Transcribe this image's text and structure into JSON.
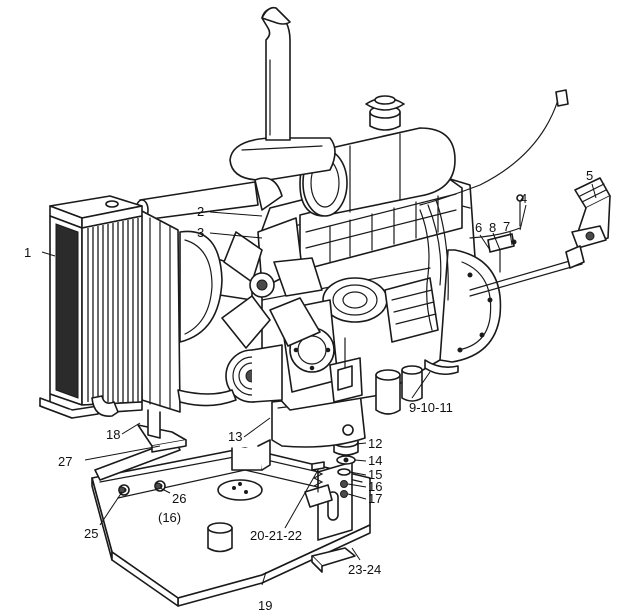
{
  "callouts": [
    {
      "id": "1",
      "text": "1"
    },
    {
      "id": "2",
      "text": "2"
    },
    {
      "id": "3",
      "text": "3"
    },
    {
      "id": "4",
      "text": "4"
    },
    {
      "id": "5",
      "text": "5"
    },
    {
      "id": "6",
      "text": "6"
    },
    {
      "id": "7",
      "text": "7"
    },
    {
      "id": "8",
      "text": "8"
    },
    {
      "id": "9",
      "text": "9-10-11"
    },
    {
      "id": "12",
      "text": "12"
    },
    {
      "id": "13",
      "text": "13"
    },
    {
      "id": "14",
      "text": "14"
    },
    {
      "id": "15",
      "text": "15"
    },
    {
      "id": "16",
      "text": "16"
    },
    {
      "id": "16b",
      "text": "(16)"
    },
    {
      "id": "17",
      "text": "17"
    },
    {
      "id": "18",
      "text": "18"
    },
    {
      "id": "19",
      "text": "19"
    },
    {
      "id": "20",
      "text": "20-21-22"
    },
    {
      "id": "23",
      "text": "23-24"
    },
    {
      "id": "25",
      "text": "25"
    },
    {
      "id": "26",
      "text": "26"
    },
    {
      "id": "27",
      "text": "27"
    }
  ],
  "colors": {
    "ink": "#111111",
    "paper": "#ffffff"
  }
}
